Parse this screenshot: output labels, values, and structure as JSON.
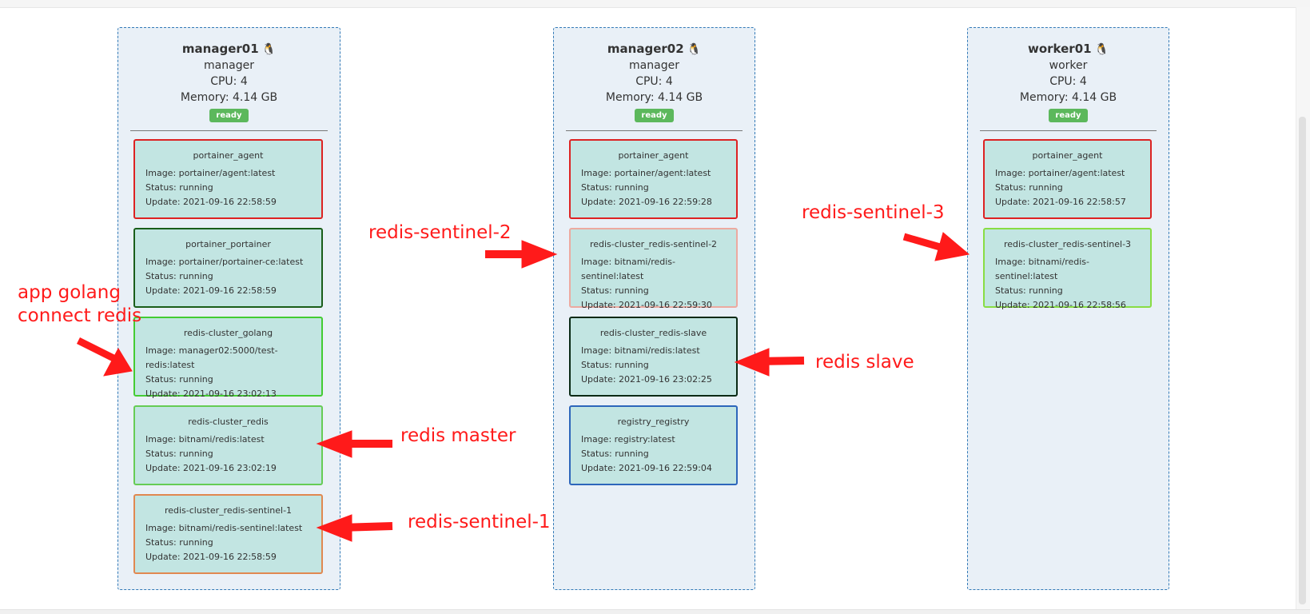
{
  "nodes": [
    {
      "name": "manager01",
      "role": "manager",
      "cpu": "CPU: 4",
      "memory": "Memory: 4.14 GB",
      "status": "ready",
      "tasks": [
        {
          "name": "portainer_agent",
          "image": "Image: portainer/agent:latest",
          "status": "Status: running",
          "update": "Update: 2021-09-16 22:58:59",
          "color": "#dd2222"
        },
        {
          "name": "portainer_portainer",
          "image": "Image: portainer/portainer-ce:latest",
          "status": "Status: running",
          "update": "Update: 2021-09-16 22:58:59",
          "color": "#1a5e1a"
        },
        {
          "name": "redis-cluster_golang",
          "image": "Image: manager02:5000/test-redis:latest",
          "status": "Status: running",
          "update": "Update: 2021-09-16 23:02:13",
          "color": "#44cc33"
        },
        {
          "name": "redis-cluster_redis",
          "image": "Image: bitnami/redis:latest",
          "status": "Status: running",
          "update": "Update: 2021-09-16 23:02:19",
          "color": "#66cc55"
        },
        {
          "name": "redis-cluster_redis-sentinel-1",
          "image": "Image: bitnami/redis-sentinel:latest",
          "status": "Status: running",
          "update": "Update: 2021-09-16 22:58:59",
          "color": "#e08850"
        }
      ]
    },
    {
      "name": "manager02",
      "role": "manager",
      "cpu": "CPU: 4",
      "memory": "Memory: 4.14 GB",
      "status": "ready",
      "tasks": [
        {
          "name": "portainer_agent",
          "image": "Image: portainer/agent:latest",
          "status": "Status: running",
          "update": "Update: 2021-09-16 22:59:28",
          "color": "#dd2222"
        },
        {
          "name": "redis-cluster_redis-sentinel-2",
          "image": "Image: bitnami/redis-sentinel:latest",
          "status": "Status: running",
          "update": "Update: 2021-09-16 22:59:30",
          "color": "#ecaaa0"
        },
        {
          "name": "redis-cluster_redis-slave",
          "image": "Image: bitnami/redis:latest",
          "status": "Status: running",
          "update": "Update: 2021-09-16 23:02:25",
          "color": "#0a2a15"
        },
        {
          "name": "registry_registry",
          "image": "Image: registry:latest",
          "status": "Status: running",
          "update": "Update: 2021-09-16 22:59:04",
          "color": "#2d66bb"
        }
      ]
    },
    {
      "name": "worker01",
      "role": "worker",
      "cpu": "CPU: 4",
      "memory": "Memory: 4.14 GB",
      "status": "ready",
      "tasks": [
        {
          "name": "portainer_agent",
          "image": "Image: portainer/agent:latest",
          "status": "Status: running",
          "update": "Update: 2021-09-16 22:58:57",
          "color": "#dd2222"
        },
        {
          "name": "redis-cluster_redis-sentinel-3",
          "image": "Image: bitnami/redis-sentinel:latest",
          "status": "Status: running",
          "update": "Update: 2021-09-16 22:58:56",
          "color": "#88dd44"
        }
      ]
    }
  ],
  "annotations": {
    "app_golang_line1": "app golang",
    "app_golang_line2": "connect redis",
    "redis_master": "redis master",
    "redis_sentinel_1": "redis-sentinel-1",
    "redis_sentinel_2": "redis-sentinel-2",
    "redis_slave": "redis slave",
    "redis_sentinel_3": "redis-sentinel-3"
  },
  "icons": {
    "os": "linux-penguin-icon"
  },
  "colors": {
    "annotation": "#ff1a1a",
    "ready_badge": "#5cb85c",
    "node_border": "#337ab7",
    "task_bg": "#c2e5e2"
  }
}
